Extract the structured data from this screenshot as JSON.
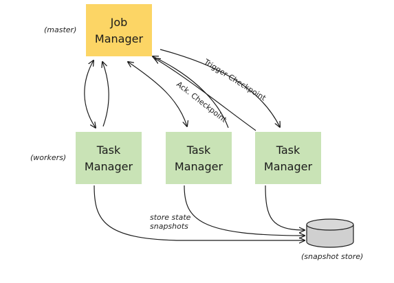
{
  "colors": {
    "job_manager_fill": "#fcd565",
    "task_manager_fill": "#c9e3b6",
    "store_fill": "#d0d0d0",
    "edge": "#1a1a1a"
  },
  "job_manager": {
    "line1": "Job",
    "line2": "Manager",
    "role": "(master)"
  },
  "task_managers": [
    {
      "line1": "Task",
      "line2": "Manager"
    },
    {
      "line1": "Task",
      "line2": "Manager"
    },
    {
      "line1": "Task",
      "line2": "Manager"
    }
  ],
  "workers_label": "(workers)",
  "edges": {
    "trigger": "Trigger Checkpoint",
    "ack": "Ack. Checkpoint",
    "store_line1": "store state",
    "store_line2": "snapshots"
  },
  "snapshot_store": {
    "label": "(snapshot store)",
    "icon": "database-cylinder-icon"
  }
}
